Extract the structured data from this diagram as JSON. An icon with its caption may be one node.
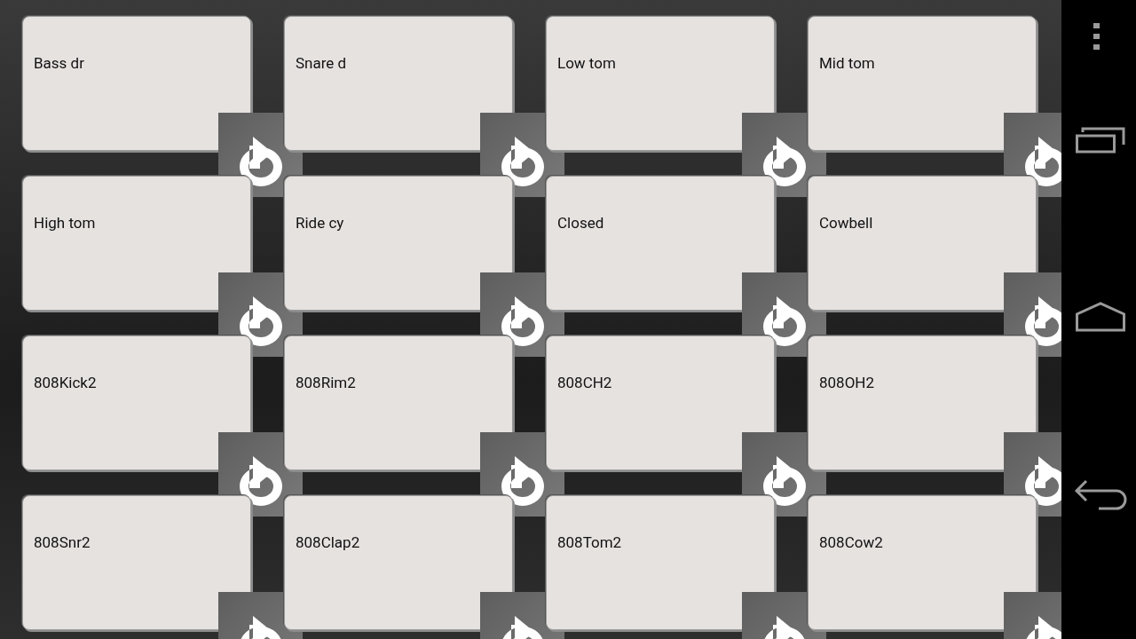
{
  "diagram": {
    "nodes": [
      {
        "text": [
          "Bass dr"
        ]
      },
      {
        "text": [
          "Snare d"
        ]
      },
      {
        "text": [
          "Low tom"
        ]
      },
      {
        "text": [
          "Mid tom"
        ]
      },
      {
        "text": [
          "High tom"
        ]
      },
      {
        "text": [
          "Ride cy"
        ]
      },
      {
        "text": [
          "Closed"
        ]
      },
      {
        "text": [
          "Cowbell"
        ]
      },
      {
        "text": [
          "808Kick2"
        ]
      },
      {
        "text": [
          "808Rim2"
        ]
      },
      {
        "text": [
          "808CH2"
        ]
      },
      {
        "text": [
          "808OH2"
        ]
      },
      {
        "text": [
          "808Snr2"
        ]
      },
      {
        "text": [
          "808Clap2"
        ]
      },
      {
        "text": [
          "808Tom2"
        ]
      },
      {
        "text": [
          "808Cow2"
        ]
      }
    ]
  }
}
